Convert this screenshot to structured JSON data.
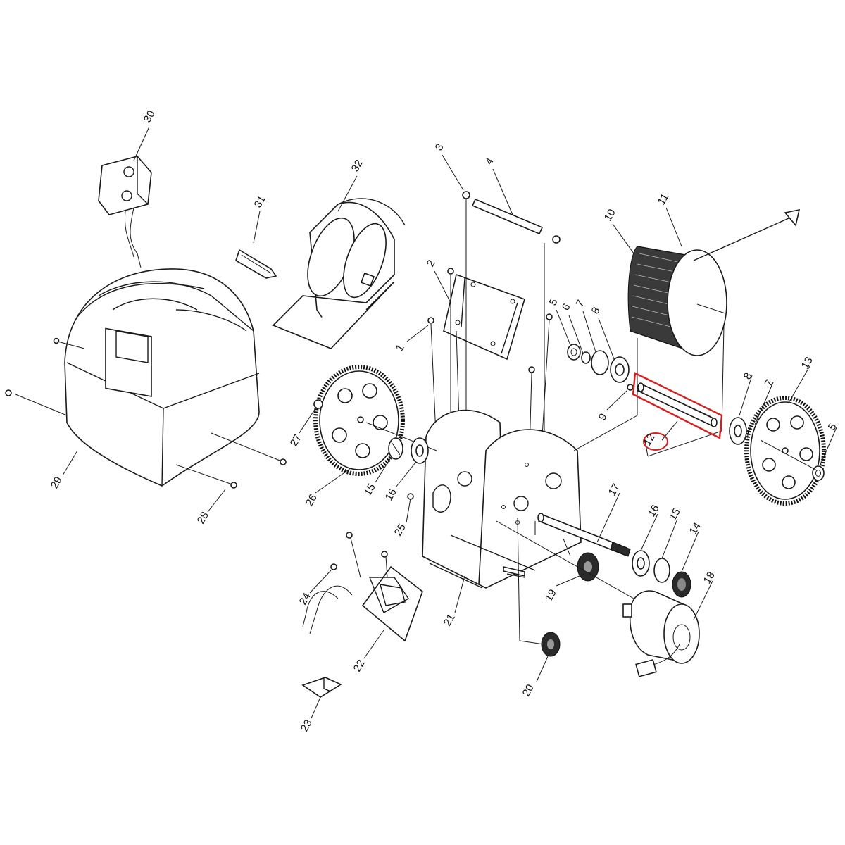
{
  "diagram": {
    "highlight_color": "#d62020",
    "line_color": "#1a1a1a",
    "highlighted_part": "12",
    "labels": {
      "l1": "1",
      "l2": "2",
      "l3": "3",
      "l4": "4",
      "l5a": "5",
      "l5b": "5",
      "l6": "6",
      "l7a": "7",
      "l7b": "7",
      "l8a": "8",
      "l8b": "8",
      "l9": "9",
      "l10": "10",
      "l11": "11",
      "l12": "12",
      "l13": "13",
      "l14": "14",
      "l15a": "15",
      "l15b": "15",
      "l16a": "16",
      "l16b": "16",
      "l17": "17",
      "l18": "18",
      "l19": "19",
      "l20": "20",
      "l21": "21",
      "l22": "22",
      "l23": "23",
      "l24": "24",
      "l25": "25",
      "l26": "26",
      "l27": "27",
      "l28": "28",
      "l29": "29",
      "l30": "30",
      "l31": "31",
      "l32": "32"
    }
  }
}
